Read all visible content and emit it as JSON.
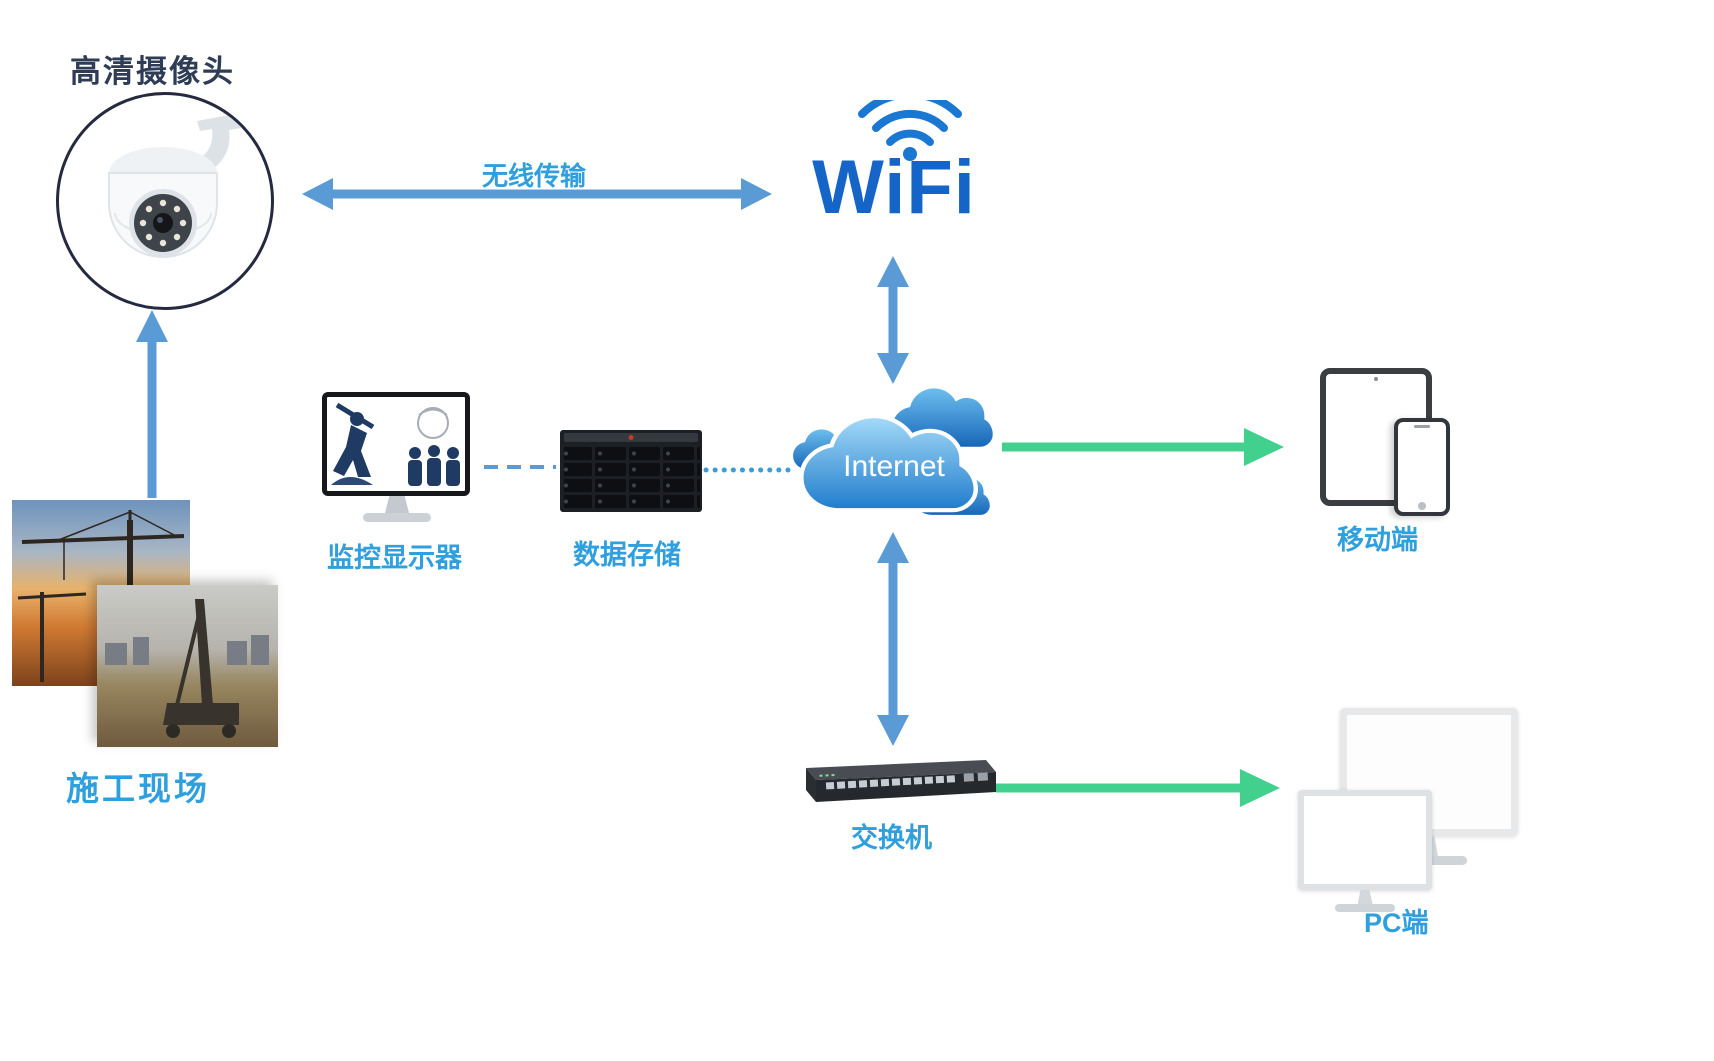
{
  "colors": {
    "arrow_blue": "#5b9bd5",
    "arrow_green": "#41d08e",
    "label_blue": "#2f9fdd",
    "wifi_blue": "#1565c8",
    "camera_label_dark": "#2e3d55",
    "cloud_light": "#a5dbf8",
    "cloud_dark": "#1f7ccc"
  },
  "nodes": {
    "camera": {
      "label": "高清摄像头",
      "icon": "dome-camera-icon"
    },
    "site": {
      "label": "施工现场",
      "icon": "construction-photos"
    },
    "monitor": {
      "label": "监控显示器",
      "icon": "surveillance-monitor-icon"
    },
    "storage": {
      "label": "数据存储",
      "icon": "server-rack-icon"
    },
    "wifi": {
      "label": "WiFi",
      "icon": "wifi-signal-icon"
    },
    "internet": {
      "label": "Internet",
      "icon": "cloud-icon"
    },
    "switch": {
      "label": "交换机",
      "icon": "network-switch-icon"
    },
    "mobile": {
      "label": "移动端",
      "icon": "tablet-phone-icon"
    },
    "pc": {
      "label": "PC端",
      "icon": "desktop-monitors-icon"
    }
  },
  "links": {
    "wireless_label": "无线传输",
    "connections": [
      {
        "from": "camera",
        "to": "wifi",
        "style": "double-arrow-blue",
        "label": "无线传输"
      },
      {
        "from": "wifi",
        "to": "internet",
        "style": "double-arrow-blue"
      },
      {
        "from": "internet",
        "to": "switch",
        "style": "double-arrow-blue"
      },
      {
        "from": "site",
        "to": "camera",
        "style": "arrow-blue-up"
      },
      {
        "from": "monitor",
        "to": "storage",
        "style": "dashed-blue"
      },
      {
        "from": "storage",
        "to": "internet",
        "style": "dotted-blue"
      },
      {
        "from": "internet",
        "to": "mobile",
        "style": "arrow-green"
      },
      {
        "from": "switch",
        "to": "pc",
        "style": "arrow-green"
      }
    ]
  }
}
